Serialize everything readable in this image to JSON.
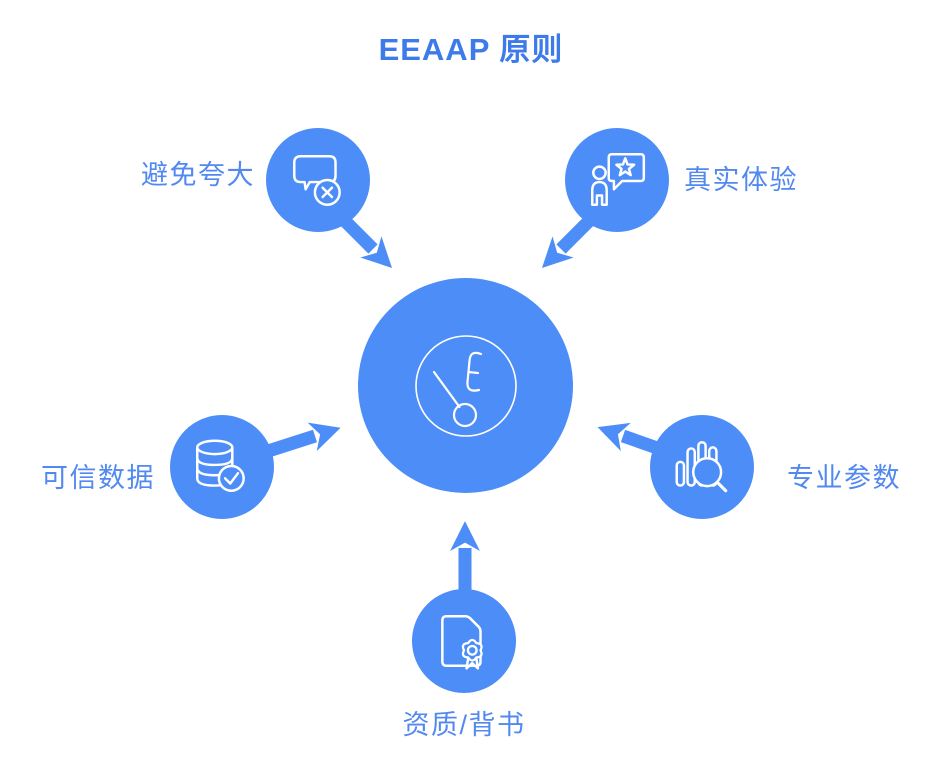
{
  "title": "EEAAP 原则",
  "colors": {
    "accent_blue": "#4d8df7",
    "title_blue": "#3d7bea",
    "label_blue": "#5289f0",
    "icon_stroke": "#ffffff",
    "background": "#ffffff"
  },
  "center": {
    "id": "eeaap-hub",
    "icon": "e-logo-icon"
  },
  "nodes": [
    {
      "id": "avoid-exaggeration",
      "label": "避免夸大",
      "icon": "chat-dismiss-icon",
      "position": "top-left"
    },
    {
      "id": "real-experience",
      "label": "真实体验",
      "icon": "person-star-review-icon",
      "position": "top-right"
    },
    {
      "id": "trusted-data",
      "label": "可信数据",
      "icon": "database-check-icon",
      "position": "left"
    },
    {
      "id": "professional-parameters",
      "label": "专业参数",
      "icon": "chart-search-icon",
      "position": "right"
    },
    {
      "id": "credentials-endorsement",
      "label": "资质/背书",
      "icon": "document-award-icon",
      "position": "bottom"
    }
  ],
  "arrows": [
    {
      "from": "avoid-exaggeration",
      "to": "eeaap-hub"
    },
    {
      "from": "real-experience",
      "to": "eeaap-hub"
    },
    {
      "from": "trusted-data",
      "to": "eeaap-hub"
    },
    {
      "from": "professional-parameters",
      "to": "eeaap-hub"
    },
    {
      "from": "credentials-endorsement",
      "to": "eeaap-hub"
    }
  ]
}
